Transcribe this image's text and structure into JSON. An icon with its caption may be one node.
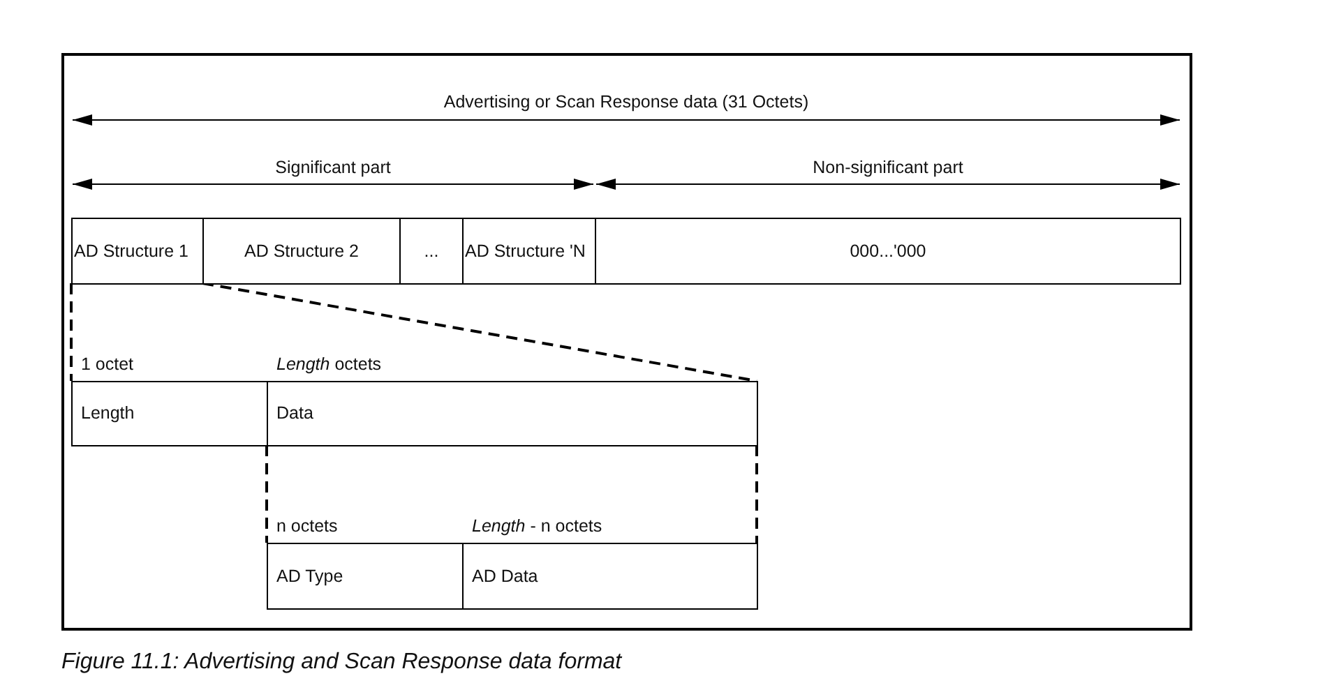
{
  "diagram": {
    "caption": "Figure 11.1: Advertising and Scan Response data format",
    "nodes": [
      {
        "text": [
          "AD Structure 1"
        ]
      },
      {
        "text": [
          "AD Structure 2"
        ]
      },
      {
        "text": [
          "..."
        ]
      },
      {
        "text": [
          "AD Structure 'N"
        ]
      },
      {
        "text": [
          "000...'000"
        ]
      },
      {
        "text": [
          "1 octet",
          "Length"
        ]
      },
      {
        "text": [
          "*Length* octets",
          "Data"
        ]
      },
      {
        "text": [
          "n octets",
          "AD Type"
        ]
      },
      {
        "text": [
          "*Length* - n octets",
          "AD Data"
        ]
      }
    ],
    "edges": [
      {
        "from": 0,
        "to": 5,
        "arrow": "none",
        "style": "dashed"
      },
      {
        "from": 0,
        "to": 6,
        "arrow": "none",
        "style": "dashed"
      },
      {
        "from": 6,
        "to": 7,
        "arrow": "none",
        "style": "dashed"
      },
      {
        "from": 6,
        "to": 8,
        "arrow": "none",
        "style": "dashed"
      }
    ],
    "labels": [
      "Advertising or Scan Response data (31 Octets)",
      "Significant part",
      "Non-significant part"
    ]
  }
}
